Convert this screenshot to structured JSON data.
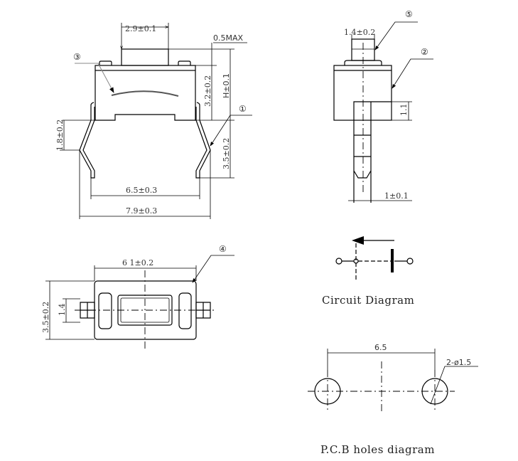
{
  "front_view": {
    "dim_actuator_width": "2.9±0.1",
    "dim_max_travel": "0.5MAX",
    "dim_body_height": "3.2±0.2",
    "dim_total_height": "H±0.1",
    "dim_lead_length": "3.5±0.2",
    "dim_lead_bend": "1.8±0.2",
    "dim_lead_inner": "6.5±0.3",
    "dim_lead_outer": "7.9±0.3",
    "callout_1": "①",
    "callout_3": "③"
  },
  "side_view": {
    "dim_plunger": "1.4±0.2",
    "dim_flange": "1.1",
    "dim_lead_width": "1±0.1",
    "callout_2": "②",
    "callout_5": "⑤"
  },
  "bottom_view": {
    "dim_body_length": "6 1±0.2",
    "dim_body_width": "3.5±0.2",
    "dim_lead": "1.4",
    "callout_4": "④"
  },
  "circuit": {
    "title": "Circuit Diagram"
  },
  "pcb": {
    "title": "P.C.B holes diagram",
    "dim_spacing": "6.5",
    "dim_holes": "2-ø1.5"
  }
}
